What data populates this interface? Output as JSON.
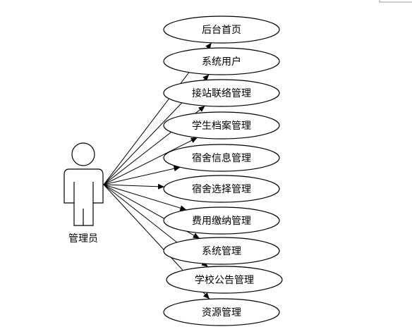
{
  "diagram": {
    "type": "use-case",
    "actor": {
      "name": "管理员",
      "icon": "user-actor-icon"
    },
    "use_cases": [
      "后台首页",
      "系统用户",
      "接站联络管理",
      "学生档案管理",
      "宿舍信息管理",
      "宿舍选择管理",
      "费用缴纳管理",
      "系统管理",
      "学校公告管理",
      "资源管理"
    ]
  }
}
